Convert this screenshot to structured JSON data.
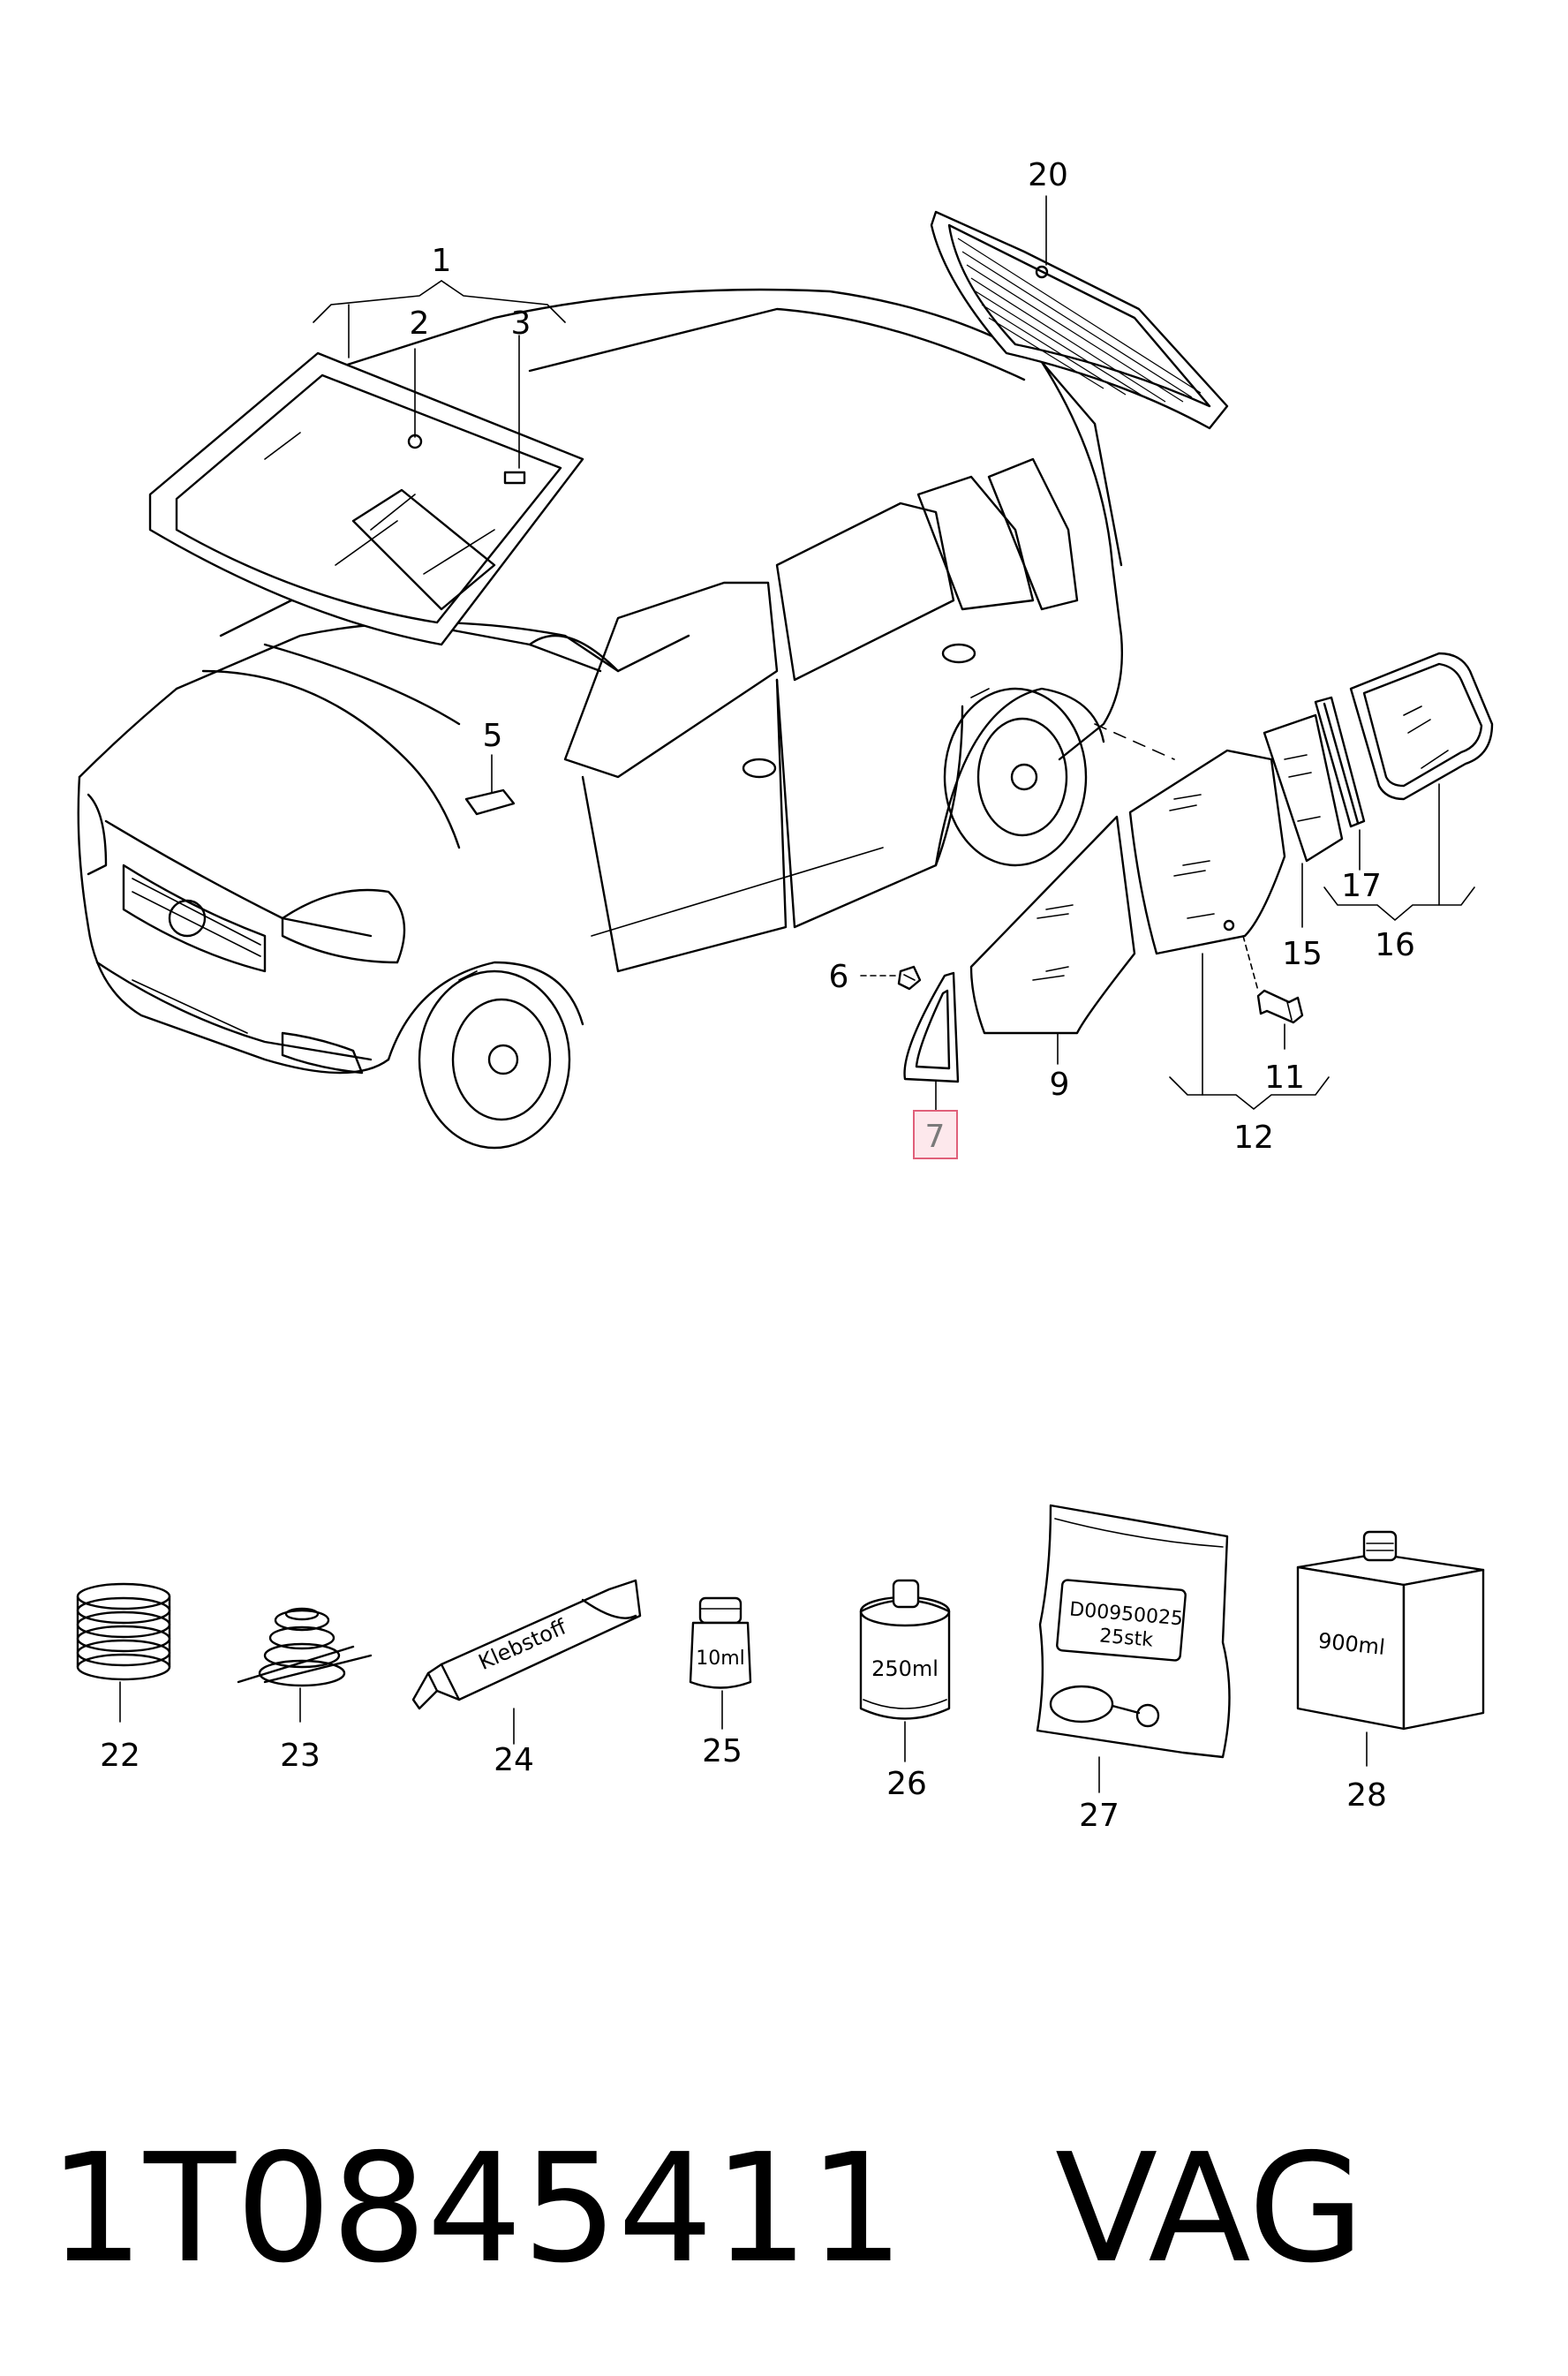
{
  "callouts": {
    "c1": "1",
    "c2": "2",
    "c3": "3",
    "c5": "5",
    "c6": "6",
    "c7": "7",
    "c9": "9",
    "c11": "11",
    "c12": "12",
    "c15": "15",
    "c16": "16",
    "c17": "17",
    "c20": "20",
    "c22": "22",
    "c23": "23",
    "c24": "24",
    "c25": "25",
    "c26": "26",
    "c27": "27",
    "c28": "28"
  },
  "highlighted_callout": "7",
  "product_text": {
    "tube": "Klebstoff",
    "bottle_small": "10ml",
    "can": "250ml",
    "bag_line1": "D00950025",
    "bag_line2": "25stk",
    "box": "900ml"
  },
  "footer": {
    "part_number": "1T0845411",
    "brand": "VAG"
  },
  "colors": {
    "highlight_fill": "#fde8ec",
    "highlight_stroke": "#e0607a"
  }
}
